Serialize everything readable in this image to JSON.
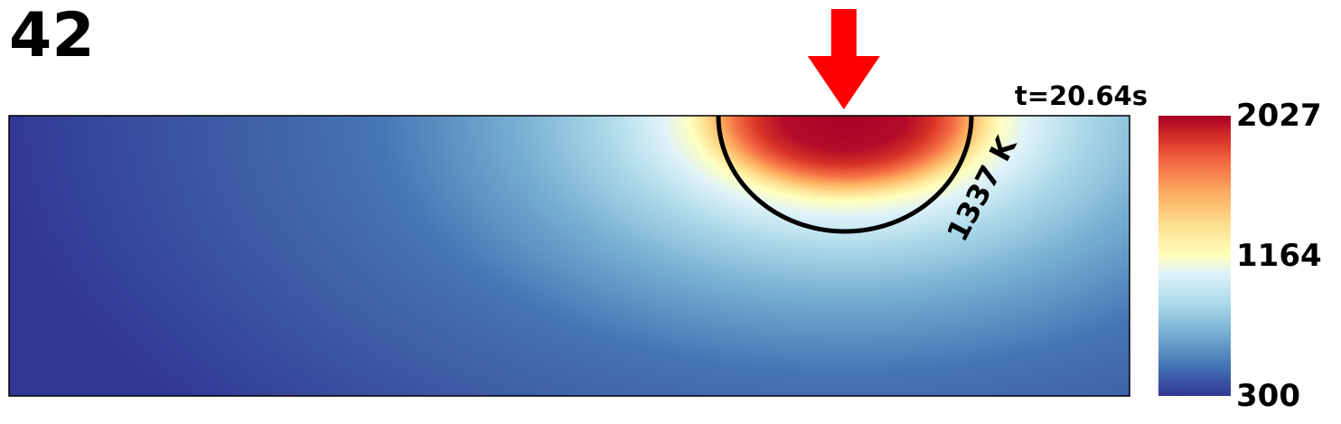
{
  "header": {
    "frame_number": "42",
    "time_label": "t=20.64s"
  },
  "chart_data": {
    "type": "heatmap",
    "title": "",
    "xlabel": "",
    "ylabel": "",
    "field": "temperature",
    "colormap": "RdYlBu_r",
    "colors": {
      "cold": "#313695",
      "hot": "#a50026",
      "arrow": "#ff0000",
      "contour": "#000000"
    },
    "temperature_range": [
      300,
      2027
    ],
    "colorbar": {
      "ticks": [
        2027,
        1164,
        300
      ],
      "tick_labels": [
        "2027",
        "1164",
        "300"
      ]
    },
    "heat_source": {
      "x_fraction": 0.745,
      "indicator": "red-down-arrow"
    },
    "contour": {
      "level": 1337,
      "label": "1337 K"
    }
  }
}
